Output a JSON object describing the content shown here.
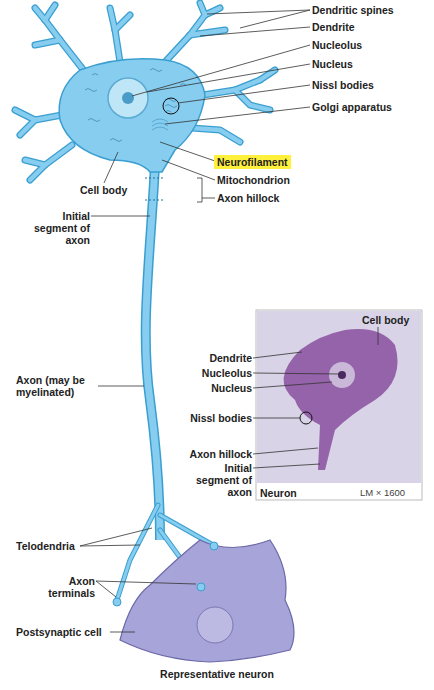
{
  "diagram": {
    "caption": "Representative neuron",
    "labels": [
      "Dendritic spines",
      "Dendrite",
      "Nucleolus",
      "Nucleus",
      "Nissl bodies",
      "Golgi apparatus",
      "Neurofilament",
      "Mitochondrion",
      "Axon hillock",
      "Cell body",
      "Initial segment of axon",
      "Cell body",
      "Dendrite",
      "Nucleolus",
      "Nucleus",
      "Nissl bodies",
      "Axon hillock",
      "Initial segment of axon",
      "Neuron",
      "LM × 1600",
      "Axon (may be myelinated)",
      "Telodendria",
      "Axon terminals",
      "Postsynaptic cell"
    ]
  }
}
